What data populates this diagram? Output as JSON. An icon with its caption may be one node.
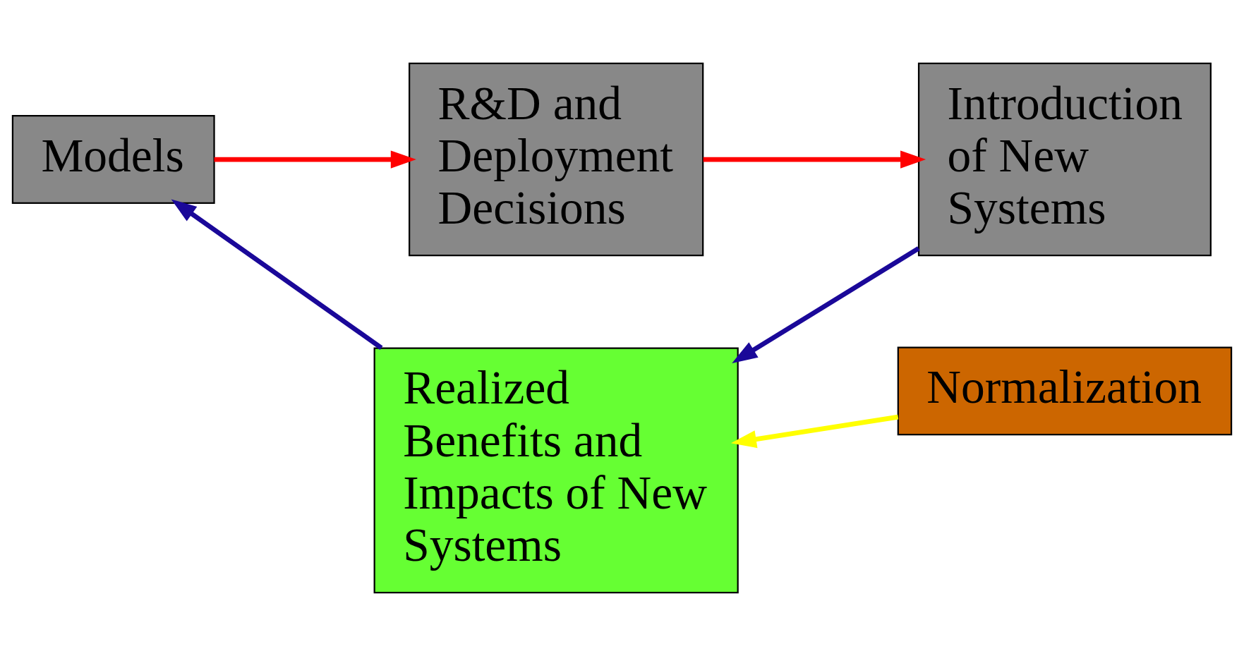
{
  "diagram": {
    "nodes": [
      {
        "text": [
          "Models"
        ]
      },
      {
        "text": [
          "R&D and Deployment Decisions"
        ]
      },
      {
        "text": [
          "Introduction of New Systems"
        ]
      },
      {
        "text": [
          "Realized Benefits and Impacts of New Systems"
        ]
      },
      {
        "text": [
          "Normalization"
        ]
      }
    ],
    "edges": [
      {
        "from": 0,
        "to": 1,
        "arrow": "to",
        "color": "#ff0000"
      },
      {
        "from": 1,
        "to": 2,
        "arrow": "to",
        "color": "#ff0000"
      },
      {
        "from": 2,
        "to": 3,
        "arrow": "to",
        "color": "#1a0899"
      },
      {
        "from": 3,
        "to": 0,
        "arrow": "to",
        "color": "#1a0899"
      },
      {
        "from": 4,
        "to": 3,
        "arrow": "to",
        "color": "#ffff00"
      }
    ]
  }
}
